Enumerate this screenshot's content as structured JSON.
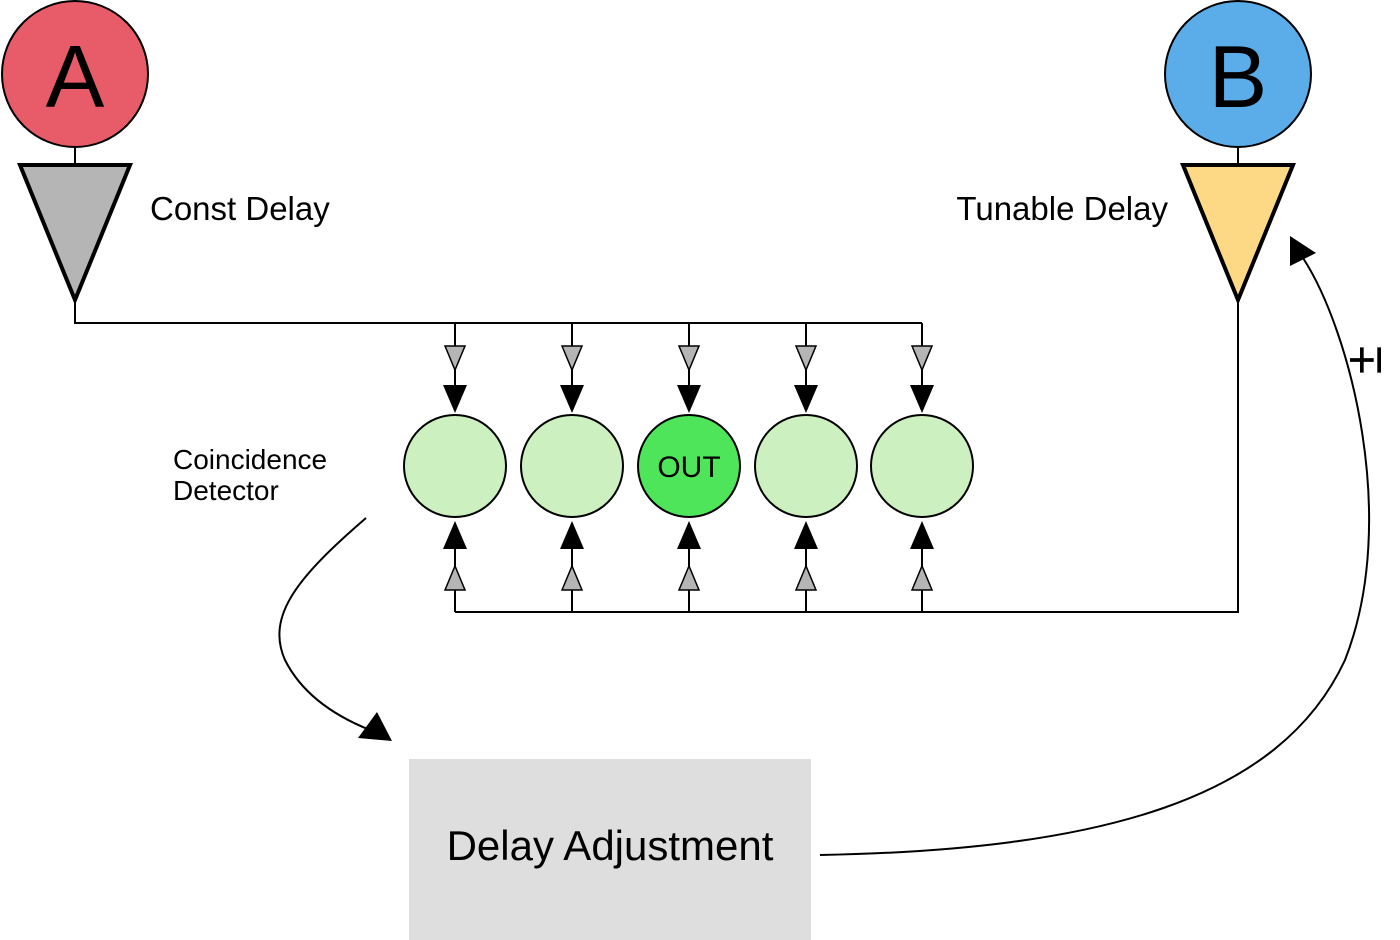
{
  "input_a": {
    "label": "A",
    "color": "#e85c6a"
  },
  "input_b": {
    "label": "B",
    "color": "#5aade8"
  },
  "const_delay": {
    "label": "Const Delay",
    "color": "#b5b5b5"
  },
  "tunable_delay": {
    "label": "Tunable Delay",
    "color": "#fdd985"
  },
  "coincidence_detector": {
    "label_line1": "Coincidence",
    "label_line2": "Detector"
  },
  "detectors": [
    {
      "label": "",
      "active": false
    },
    {
      "label": "",
      "active": false
    },
    {
      "label": "OUT",
      "active": true
    },
    {
      "label": "",
      "active": false
    },
    {
      "label": "",
      "active": false
    }
  ],
  "colors": {
    "detector_idle": "#cdf0c0",
    "detector_active": "#4ee55a",
    "adjust_box": "#dedede"
  },
  "delay_adjustment": {
    "label": "Delay Adjustment"
  },
  "feedback_sign": "±"
}
